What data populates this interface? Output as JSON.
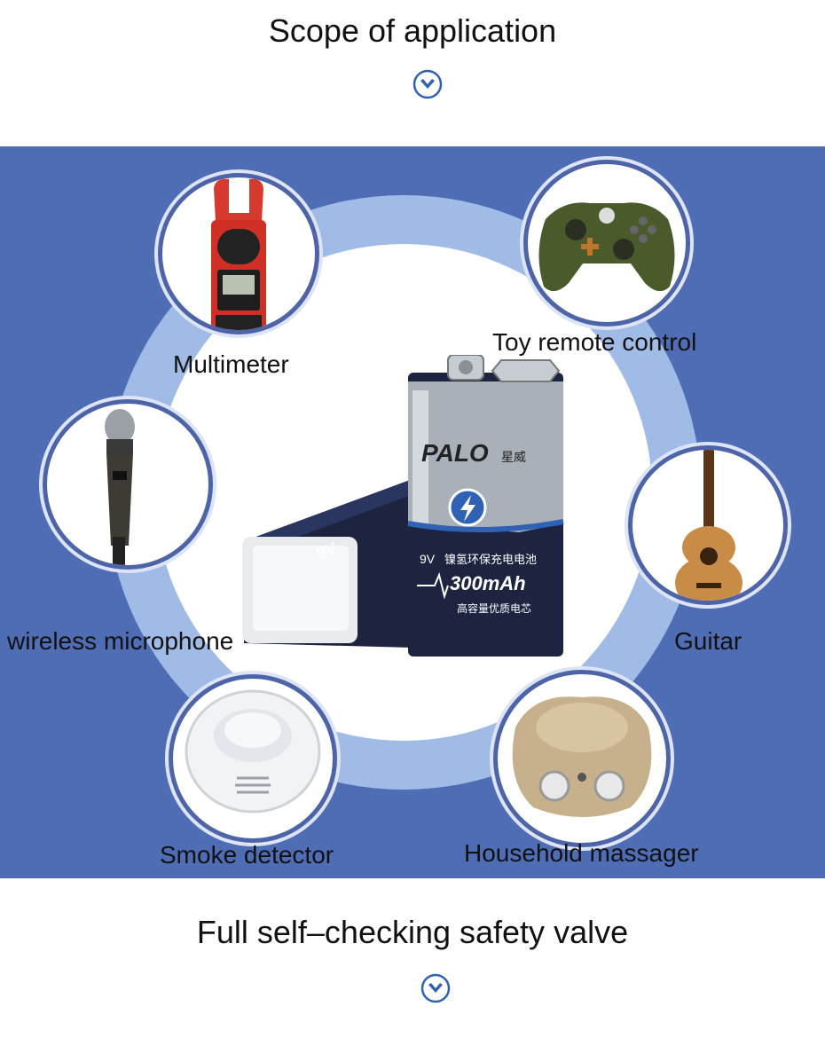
{
  "top_heading": "Scope of application",
  "bottom_heading": "Full self–checking safety valve",
  "icons": {
    "chevron": "chevron-down-circle-icon"
  },
  "colors": {
    "panel": "#4f6db5",
    "ring": "#9fbbe6",
    "accent": "#2f62b5"
  },
  "applications": {
    "multimeter": "Multimeter",
    "toy_remote": "Toy remote control",
    "microphone": "wireless microphone",
    "guitar": "Guitar",
    "smoke": "Smoke detector",
    "massager": "Household massager"
  },
  "battery": {
    "brand": "PALO",
    "brand_cn": "星威",
    "voltage": "9V",
    "type_cn": "镍氢环保充电电池",
    "capacity": "300mAh",
    "tag_cn": "高容量优质电芯"
  }
}
